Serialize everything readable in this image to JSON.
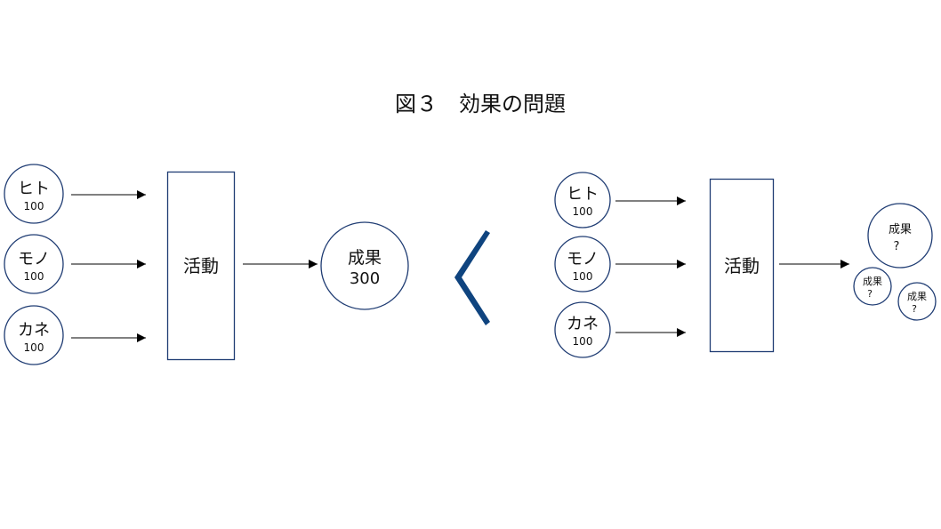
{
  "title": "図３　効果の問題",
  "left": {
    "inputs": [
      {
        "label": "ヒト",
        "value": "100"
      },
      {
        "label": "モノ",
        "value": "100"
      },
      {
        "label": "カネ",
        "value": "100"
      }
    ],
    "activity": "活動",
    "result": {
      "label": "成果",
      "value": "300"
    }
  },
  "comparison_symbol": "<",
  "right": {
    "inputs": [
      {
        "label": "ヒト",
        "value": "100"
      },
      {
        "label": "モノ",
        "value": "100"
      },
      {
        "label": "カネ",
        "value": "100"
      }
    ],
    "activity": "活動",
    "results": [
      {
        "label": "成果",
        "value": "?"
      },
      {
        "label": "成果",
        "value": "?"
      },
      {
        "label": "成果",
        "value": "?"
      }
    ]
  },
  "colors": {
    "circle_stroke": "#1f3c73",
    "box_stroke": "#1f3c73",
    "chevron": "#0f447f",
    "arrow": "#000000"
  }
}
